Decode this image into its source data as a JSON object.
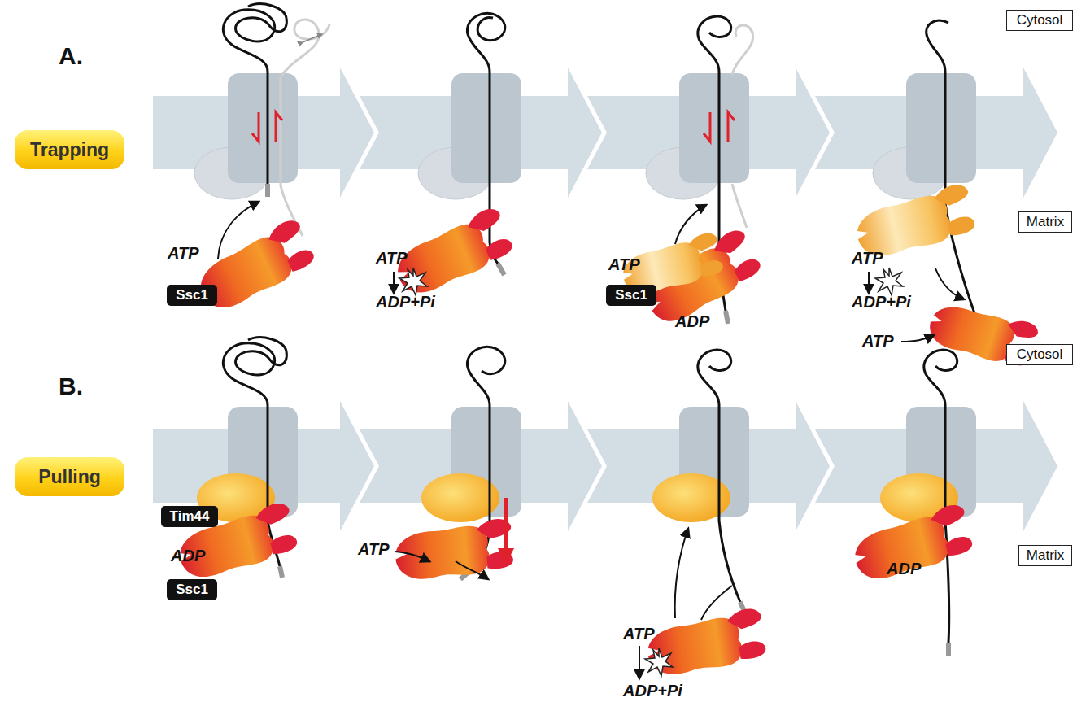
{
  "diagram": {
    "nodes": [
      {
        "text": [
          "Trapping"
        ]
      },
      {
        "text": [
          "Ssc1"
        ]
      },
      {
        "text": [
          "Ssc1"
        ]
      },
      {
        "text": [
          "Cytosol"
        ]
      },
      {
        "text": [
          "Matrix"
        ]
      },
      {
        "text": [
          "Pulling"
        ]
      },
      {
        "text": [
          "Tim44"
        ]
      },
      {
        "text": [
          "Ssc1"
        ]
      },
      {
        "text": [
          "Cytosol"
        ]
      },
      {
        "text": [
          "Matrix"
        ]
      }
    ],
    "labels": [
      "A.",
      "ATP",
      "ATP",
      "ADP+Pi",
      "ATP",
      "ADP",
      "ATP",
      "ADP+Pi",
      "ATP",
      "B.",
      "ADP",
      "ATP",
      "ATP",
      "ADP+Pi",
      "ADP"
    ]
  }
}
